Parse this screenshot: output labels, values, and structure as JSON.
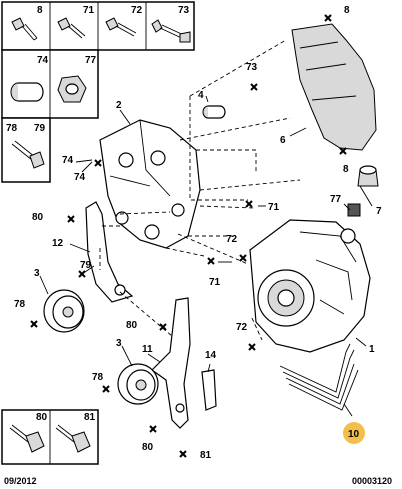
{
  "fastener_boxes": {
    "b8": "8",
    "b71": "71",
    "b72": "72",
    "b73": "73",
    "b74": "74",
    "b77": "77",
    "b78": "78",
    "b79": "79",
    "b80": "80",
    "b81": "81"
  },
  "callouts": {
    "c8_top": "8",
    "c73": "73",
    "c2": "2",
    "c4": "4",
    "c6": "6",
    "c8_mid": "8",
    "c74a": "74",
    "c74b": "74",
    "c71a": "71",
    "c77": "77",
    "c7": "7",
    "c80a": "80",
    "c12": "12",
    "c72a": "72",
    "c71b": "71",
    "c3a": "3",
    "c79": "79",
    "c78a": "78",
    "c80b": "80",
    "c72b": "72",
    "c1": "1",
    "c3b": "3",
    "c11": "11",
    "c14": "14",
    "c78b": "78",
    "c80c": "80",
    "c81": "81",
    "c10": "10"
  },
  "footer": {
    "date": "09/2012",
    "reference": "00003120"
  },
  "colors": {
    "highlight": "#f2c04a",
    "line": "#000000",
    "background": "#ffffff"
  }
}
